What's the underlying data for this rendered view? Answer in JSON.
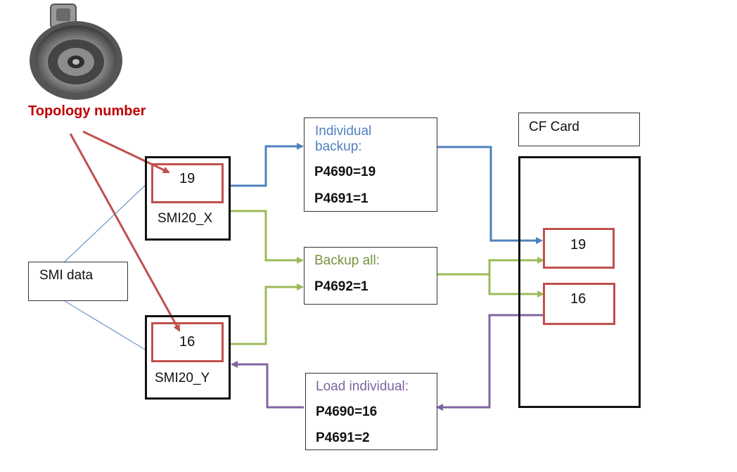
{
  "colors": {
    "red": "#c0504d",
    "blue": "#4f81bd",
    "green": "#9bbb59",
    "purple": "#8064a2",
    "topology_text": "#c00000",
    "thin_line": "#4f81bd"
  },
  "motor_icon": "motor-icon",
  "topology_label": "Topology number",
  "smi_x": {
    "number": "19",
    "name": "SMI20_X"
  },
  "smi_y": {
    "number": "16",
    "name": "SMI20_Y"
  },
  "smi_data_label": "SMI data",
  "individual_backup": {
    "title": "Individual backup:",
    "param1": "P4690=19",
    "param2": "P4691=1"
  },
  "backup_all": {
    "title": "Backup all:",
    "param1": "P4692=1"
  },
  "load_individual": {
    "title": "Load individual:",
    "param1": "P4690=16",
    "param2": "P4691=2"
  },
  "cf_card": {
    "label": "CF Card",
    "slot1": "19",
    "slot2": "16"
  }
}
